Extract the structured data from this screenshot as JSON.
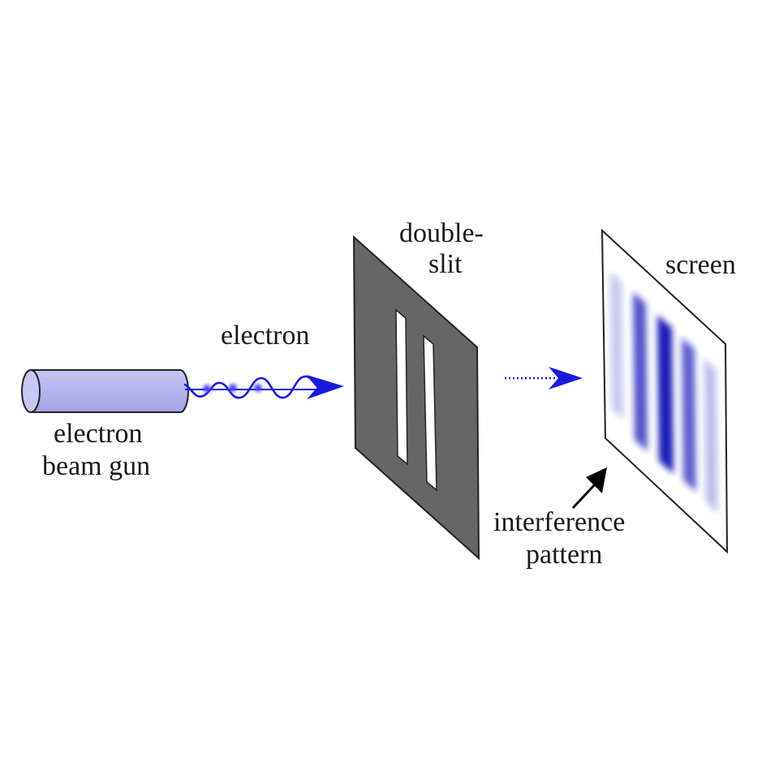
{
  "labels": {
    "gun_line1": "electron",
    "gun_line2": "beam gun",
    "electron": "electron",
    "slit_line1": "double-",
    "slit_line2": "slit",
    "screen": "screen",
    "pattern_line1": "interference",
    "pattern_line2": "pattern"
  },
  "colors": {
    "beam": "#1a1adc",
    "gun_fill": "#b4b4f0",
    "gun_end": "#c8c8f6",
    "gun_stroke": "#222222",
    "slit_plate": "#666666",
    "screen_fill": "#ffffff",
    "fringe": "#1c1cb8",
    "text": "#1a1a1a",
    "arrow": "#000000"
  },
  "icons": {
    "gun": "cylinder-icon",
    "wave": "wave-icon",
    "pattern_pointer": "arrow-icon"
  }
}
